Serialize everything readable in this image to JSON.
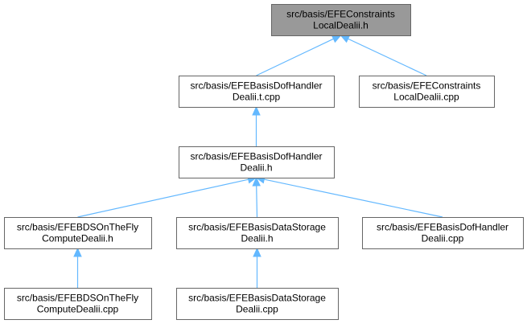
{
  "graph": {
    "nodes": [
      {
        "id": "n0",
        "lines": [
          "src/basis/EFEConstraints",
          "LocalDealii.h"
        ],
        "highlight": true
      },
      {
        "id": "n1",
        "lines": [
          "src/basis/EFEBasisDofHandler",
          "Dealii.t.cpp"
        ],
        "highlight": false
      },
      {
        "id": "n2",
        "lines": [
          "src/basis/EFEConstraints",
          "LocalDealii.cpp"
        ],
        "highlight": false
      },
      {
        "id": "n3",
        "lines": [
          "src/basis/EFEBasisDofHandler",
          "Dealii.h"
        ],
        "highlight": false
      },
      {
        "id": "n4",
        "lines": [
          "src/basis/EFEBDSOnTheFly",
          "ComputeDealii.h"
        ],
        "highlight": false
      },
      {
        "id": "n5",
        "lines": [
          "src/basis/EFEBasisDataStorage",
          "Dealii.h"
        ],
        "highlight": false
      },
      {
        "id": "n6",
        "lines": [
          "src/basis/EFEBasisDofHandler",
          "Dealii.cpp"
        ],
        "highlight": false
      },
      {
        "id": "n7",
        "lines": [
          "src/basis/EFEBDSOnTheFly",
          "ComputeDealii.cpp"
        ],
        "highlight": false
      },
      {
        "id": "n8",
        "lines": [
          "src/basis/EFEBasisDataStorage",
          "Dealii.cpp"
        ],
        "highlight": false
      }
    ],
    "edges": [
      {
        "from": "n1",
        "to": "n0"
      },
      {
        "from": "n2",
        "to": "n0"
      },
      {
        "from": "n3",
        "to": "n1"
      },
      {
        "from": "n4",
        "to": "n3"
      },
      {
        "from": "n5",
        "to": "n3"
      },
      {
        "from": "n6",
        "to": "n3"
      },
      {
        "from": "n7",
        "to": "n4"
      },
      {
        "from": "n8",
        "to": "n5"
      }
    ],
    "colors": {
      "edge": "#63b8ff",
      "node_border": "#666666",
      "root_fill": "#999999",
      "node_fill": "#ffffff"
    }
  }
}
